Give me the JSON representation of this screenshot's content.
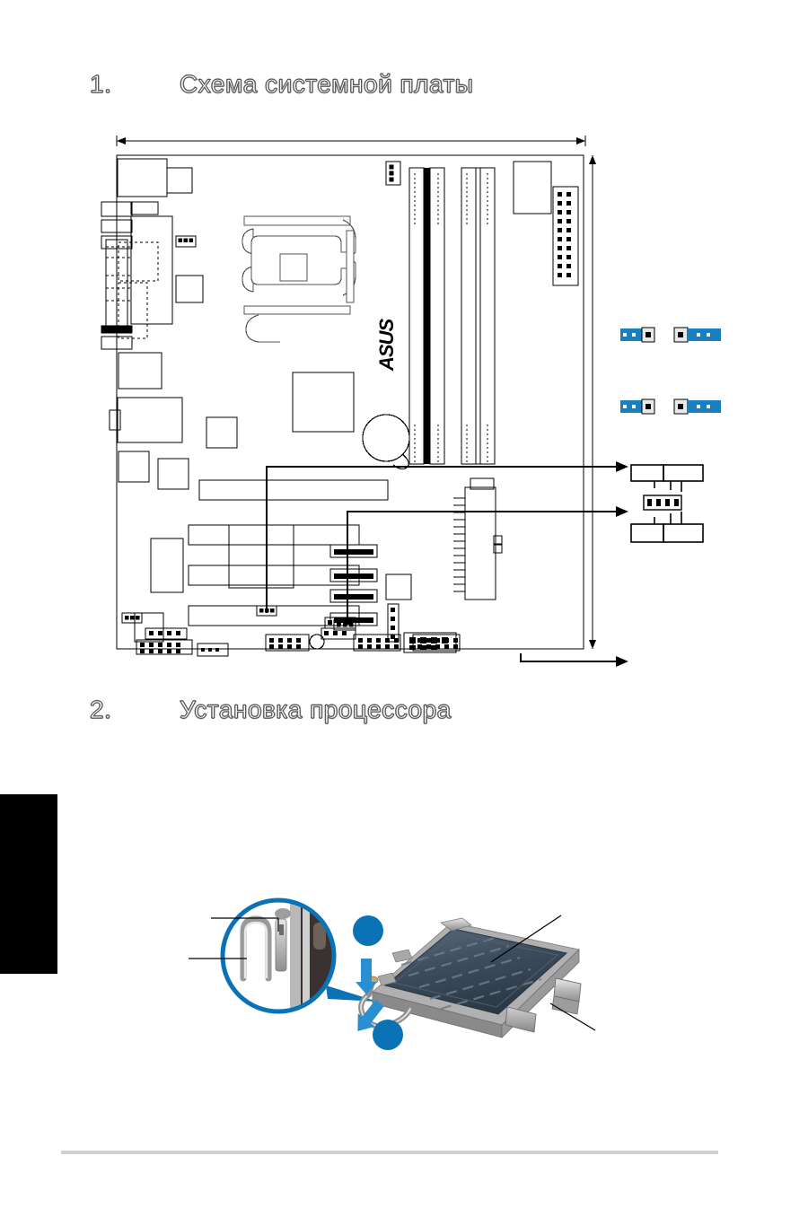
{
  "page": {
    "background_color": "#ffffff",
    "edge_tab_color": "#000000",
    "footer_rule_color": "#d2d2d2",
    "accent_color": "#0b72b5",
    "jumper_blue": "#1a7fc1"
  },
  "sections": [
    {
      "number": "1.",
      "title": "Схема системной платы",
      "figure": "motherboard-layout-diagram"
    },
    {
      "number": "2.",
      "title": "Установка процессора",
      "figure": "cpu-socket-installation-photo"
    }
  ],
  "motherboard_diagram": {
    "name": "motherboard-layout-line-drawing",
    "dimension_arrows": [
      "width-dimension-top",
      "height-dimension-right"
    ],
    "components": {
      "cpu_socket": "lga775-socket",
      "dimm_slots": 4,
      "pci_slots": 3,
      "pci_express_slot": 1,
      "sata_connectors": 4,
      "ide_connector": 1,
      "atx_power_connector": 1,
      "atx12v_connector": 1,
      "battery": "coin-cell",
      "brand_mark": "ASUS"
    },
    "callouts": [
      {
        "id": "callout-1",
        "target": "jumper-pair-row-1"
      },
      {
        "id": "callout-2",
        "target": "jumper-pair-row-2"
      },
      {
        "id": "callout-3",
        "target": "audio-connector-group"
      }
    ]
  },
  "jumper_figures": [
    {
      "id": "jumper-a1",
      "pins": 3,
      "cap_position": "left",
      "color": "#1a7fc1"
    },
    {
      "id": "jumper-a2",
      "pins": 3,
      "cap_position": "right",
      "color": "#1a7fc1"
    },
    {
      "id": "jumper-b1",
      "pins": 3,
      "cap_position": "left",
      "color": "#1a7fc1"
    },
    {
      "id": "jumper-b2",
      "pins": 3,
      "cap_position": "right",
      "color": "#1a7fc1"
    }
  ],
  "connector_figures": [
    {
      "id": "connector-pair-top"
    },
    {
      "id": "pin-header-middle",
      "pins": 4
    },
    {
      "id": "connector-pair-bottom"
    }
  ],
  "cpu_figure": {
    "name": "cpu-socket-load-lever-illustration",
    "magnifier": {
      "id": "detail-magnifier-circle",
      "color": "#0b72b5"
    },
    "step_markers": [
      {
        "id": "step-marker-1",
        "color": "#0b72b5"
      },
      {
        "id": "step-marker-2",
        "color": "#0b72b5"
      }
    ],
    "arrows": [
      {
        "id": "press-down-arrow",
        "direction": "down",
        "color": "#2a8fd0"
      },
      {
        "id": "pull-out-arrow",
        "direction": "down-left",
        "color": "#2a8fd0"
      }
    ],
    "leader_lines": [
      {
        "id": "leader-retention-tab"
      },
      {
        "id": "leader-load-lever"
      },
      {
        "id": "leader-load-plate"
      },
      {
        "id": "leader-socket-body"
      }
    ]
  }
}
